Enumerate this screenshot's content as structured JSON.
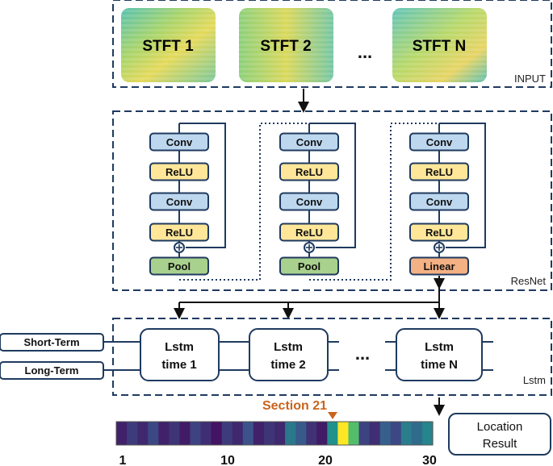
{
  "input": {
    "label": "INPUT",
    "tiles": [
      "STFT 1",
      "STFT 2",
      "STFT N"
    ],
    "ellipsis": "..."
  },
  "resnet": {
    "label": "ResNet",
    "columns": [
      [
        "Conv",
        "ReLU",
        "Conv",
        "ReLU",
        "Pool"
      ],
      [
        "Conv",
        "ReLU",
        "Conv",
        "ReLU",
        "Pool"
      ],
      [
        "Conv",
        "ReLU",
        "Conv",
        "ReLU",
        "Linear"
      ]
    ],
    "colors": {
      "conv": "#bdd7ee",
      "relu": "#ffe699",
      "pool": "#a9d18e",
      "linear": "#f4b183",
      "stroke": "#1f3a5f"
    }
  },
  "lstm": {
    "label": "Lstm",
    "cells": [
      {
        "line1": "Lstm",
        "line2": "time 1"
      },
      {
        "line1": "Lstm",
        "line2": "time 2"
      },
      {
        "line1": "Lstm",
        "line2": "time N"
      }
    ],
    "ellipsis": "...",
    "inputs": [
      "Short-Term",
      "Long-Term"
    ]
  },
  "result": {
    "section_label": "Section 21",
    "location_result": [
      "Location",
      "Result"
    ],
    "axis_ticks": [
      "1",
      "10",
      "20",
      "30"
    ],
    "highlight_index": 21,
    "bar_values": [
      0.1,
      0.18,
      0.12,
      0.22,
      0.1,
      0.16,
      0.08,
      0.2,
      0.14,
      0.06,
      0.18,
      0.12,
      0.25,
      0.1,
      0.16,
      0.12,
      0.4,
      0.28,
      0.15,
      0.08,
      0.5,
      1.0,
      0.7,
      0.2,
      0.14,
      0.3,
      0.22,
      0.42,
      0.35,
      0.45
    ],
    "section_color": "#c8641e"
  }
}
